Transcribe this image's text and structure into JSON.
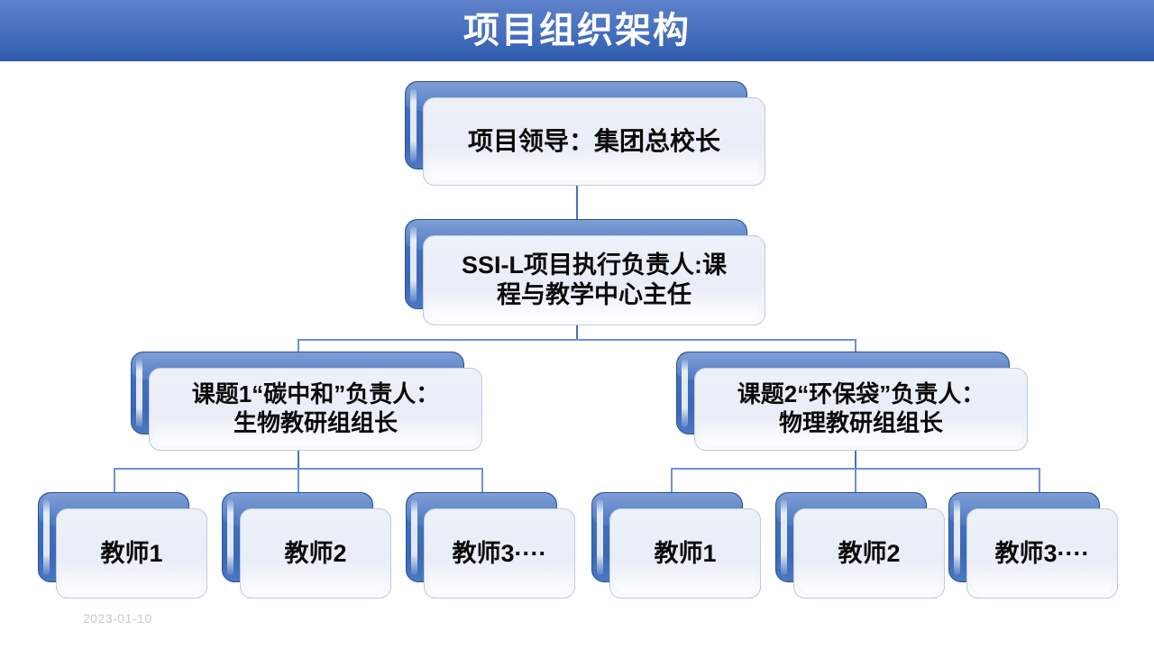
{
  "slide": {
    "title": "项目组织架构",
    "footer_date": "2023-01-10",
    "accent_color": "#4472C4",
    "title_bar_color_top": "#5E82C9",
    "title_bar_color_bottom": "#315CAE",
    "node_blue": "#4070BE",
    "node_card": "#E8EDF7"
  },
  "chart_data": {
    "type": "org-chart",
    "title": "项目组织架构",
    "levels": 4,
    "nodes": [
      {
        "id": "n1",
        "label": "项目领导：集团总校长",
        "level": 1,
        "parent": null
      },
      {
        "id": "n2",
        "label": "SSI-L项目执行负责人:课\n程与教学中心主任",
        "level": 2,
        "parent": "n1"
      },
      {
        "id": "n3",
        "label": "课题1“碳中和”负责人：\n生物教研组组长",
        "level": 3,
        "parent": "n2"
      },
      {
        "id": "n4",
        "label": "课题2“环保袋”负责人：\n物理教研组组长",
        "level": 3,
        "parent": "n2"
      },
      {
        "id": "n5",
        "label": "教师1",
        "level": 4,
        "parent": "n3"
      },
      {
        "id": "n6",
        "label": "教师2",
        "level": 4,
        "parent": "n3"
      },
      {
        "id": "n7",
        "label": "教师3····",
        "level": 4,
        "parent": "n3"
      },
      {
        "id": "n8",
        "label": "教师1",
        "level": 4,
        "parent": "n4"
      },
      {
        "id": "n9",
        "label": "教师2",
        "level": 4,
        "parent": "n4"
      },
      {
        "id": "n10",
        "label": "教师3····",
        "level": 4,
        "parent": "n4"
      }
    ]
  },
  "nodes": {
    "leader": "项目领导：集团总校长",
    "executive": "SSI-L项目执行负责人:课\n程与教学中心主任",
    "topic1": "课题1“碳中和”负责人：\n生物教研组组长",
    "topic2": "课题2“环保袋”负责人：\n物理教研组组长",
    "t1_teacher1": "教师1",
    "t1_teacher2": "教师2",
    "t1_teacher3": "教师3····",
    "t2_teacher1": "教师1",
    "t2_teacher2": "教师2",
    "t2_teacher3": "教师3····"
  }
}
